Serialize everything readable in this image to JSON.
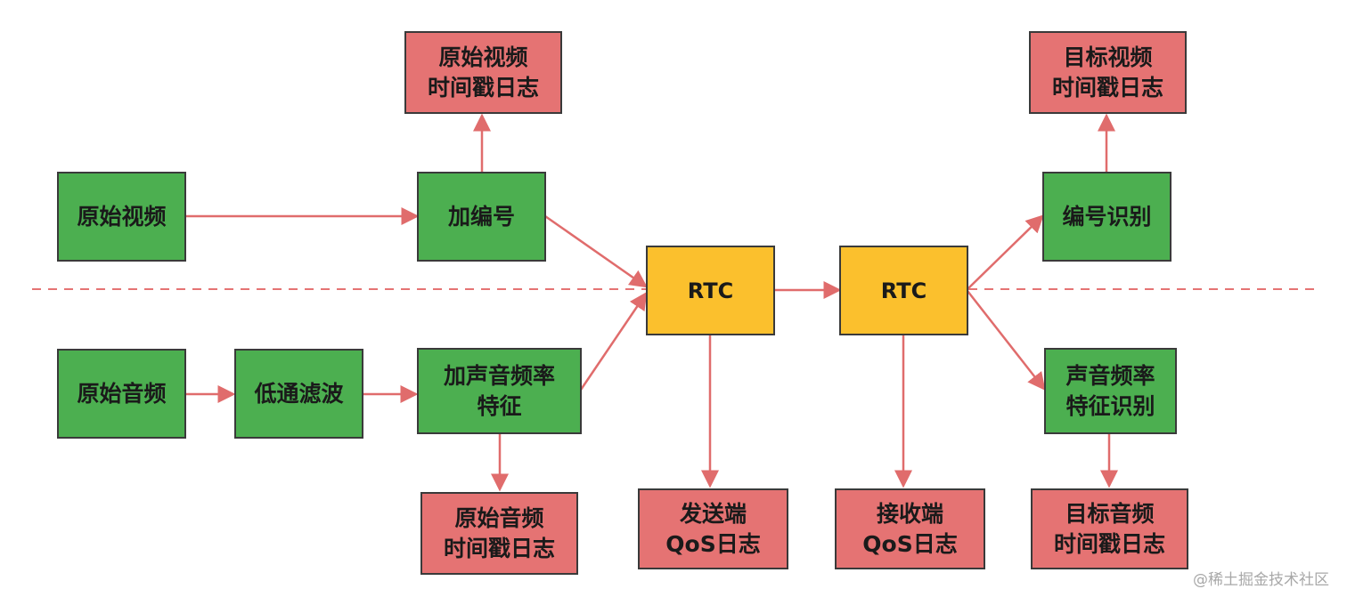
{
  "nodes": {
    "raw_video": {
      "lines": [
        "原始视频"
      ]
    },
    "add_number": {
      "lines": [
        "加编号"
      ]
    },
    "raw_video_log": {
      "lines": [
        "原始视频",
        "时间戳日志"
      ]
    },
    "raw_audio": {
      "lines": [
        "原始音频"
      ]
    },
    "lowpass": {
      "lines": [
        "低通滤波"
      ]
    },
    "add_audio_feature": {
      "lines": [
        "加声音频率",
        "特征"
      ]
    },
    "raw_audio_log": {
      "lines": [
        "原始音频",
        "时间戳日志"
      ]
    },
    "rtc_send": {
      "lines": [
        "RTC"
      ]
    },
    "rtc_recv": {
      "lines": [
        "RTC"
      ]
    },
    "sender_qos_log": {
      "lines": [
        "发送端",
        "QoS日志"
      ]
    },
    "receiver_qos_log": {
      "lines": [
        "接收端",
        "QoS日志"
      ]
    },
    "number_recognition": {
      "lines": [
        "编号识别"
      ]
    },
    "target_video_log": {
      "lines": [
        "目标视频",
        "时间戳日志"
      ]
    },
    "audio_feature_recognition": {
      "lines": [
        "声音频率",
        "特征识别"
      ]
    },
    "target_audio_log": {
      "lines": [
        "目标音频",
        "时间戳日志"
      ]
    }
  },
  "colors": {
    "process": "#4caf50",
    "log": "#e57373",
    "rtc": "#fbc02d",
    "arrow": "#e06c6c",
    "divider": "#e57373"
  },
  "watermark": "@稀土掘金技术社区"
}
